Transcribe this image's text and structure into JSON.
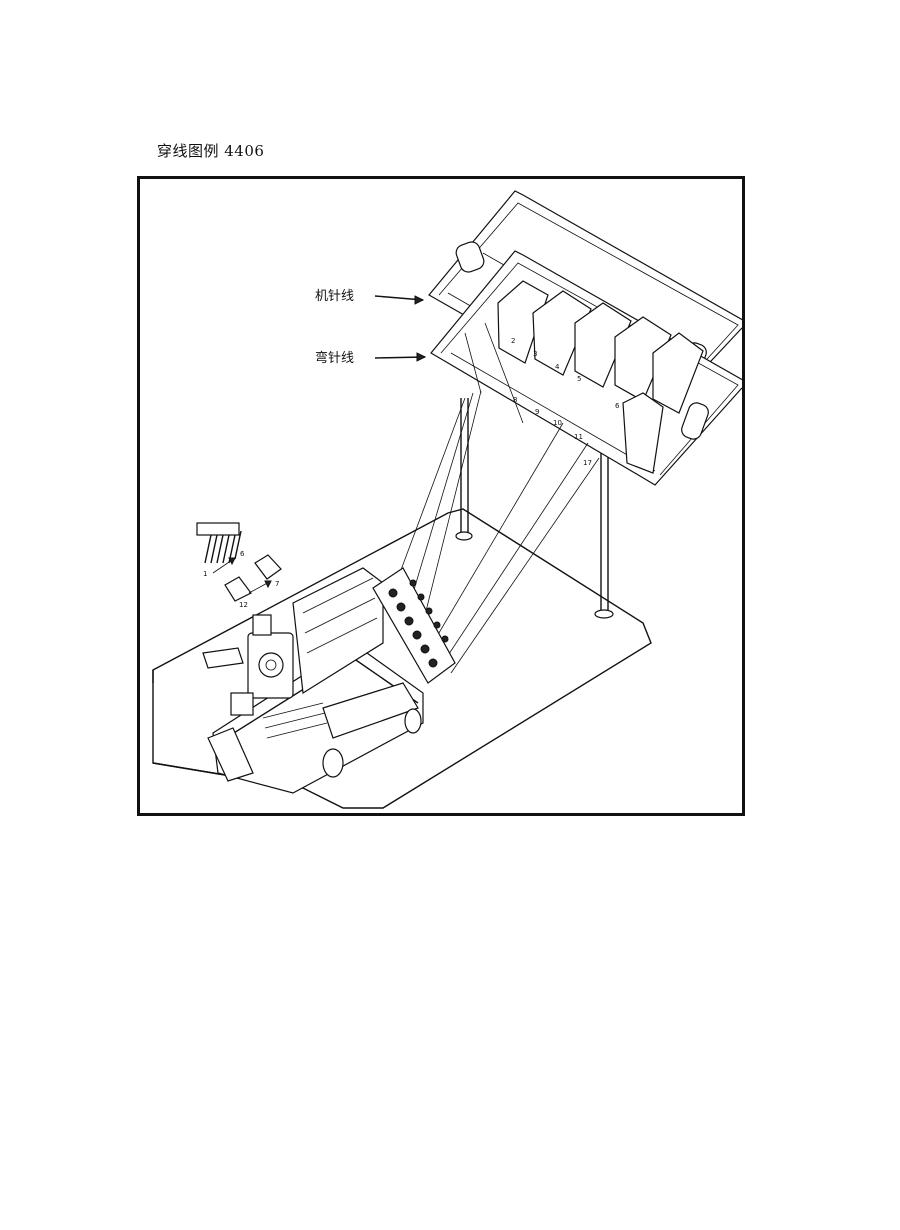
{
  "page": {
    "title": "穿线图例 4406"
  },
  "diagram": {
    "labels": {
      "needle_thread": "机针线",
      "looper_thread": "弯针线"
    },
    "rack_numbers": [
      "2",
      "3",
      "4",
      "5",
      "6",
      "8",
      "9",
      "10",
      "11",
      "17"
    ],
    "needle_inset_numbers": [
      "1",
      "6",
      "7",
      "12"
    ]
  }
}
